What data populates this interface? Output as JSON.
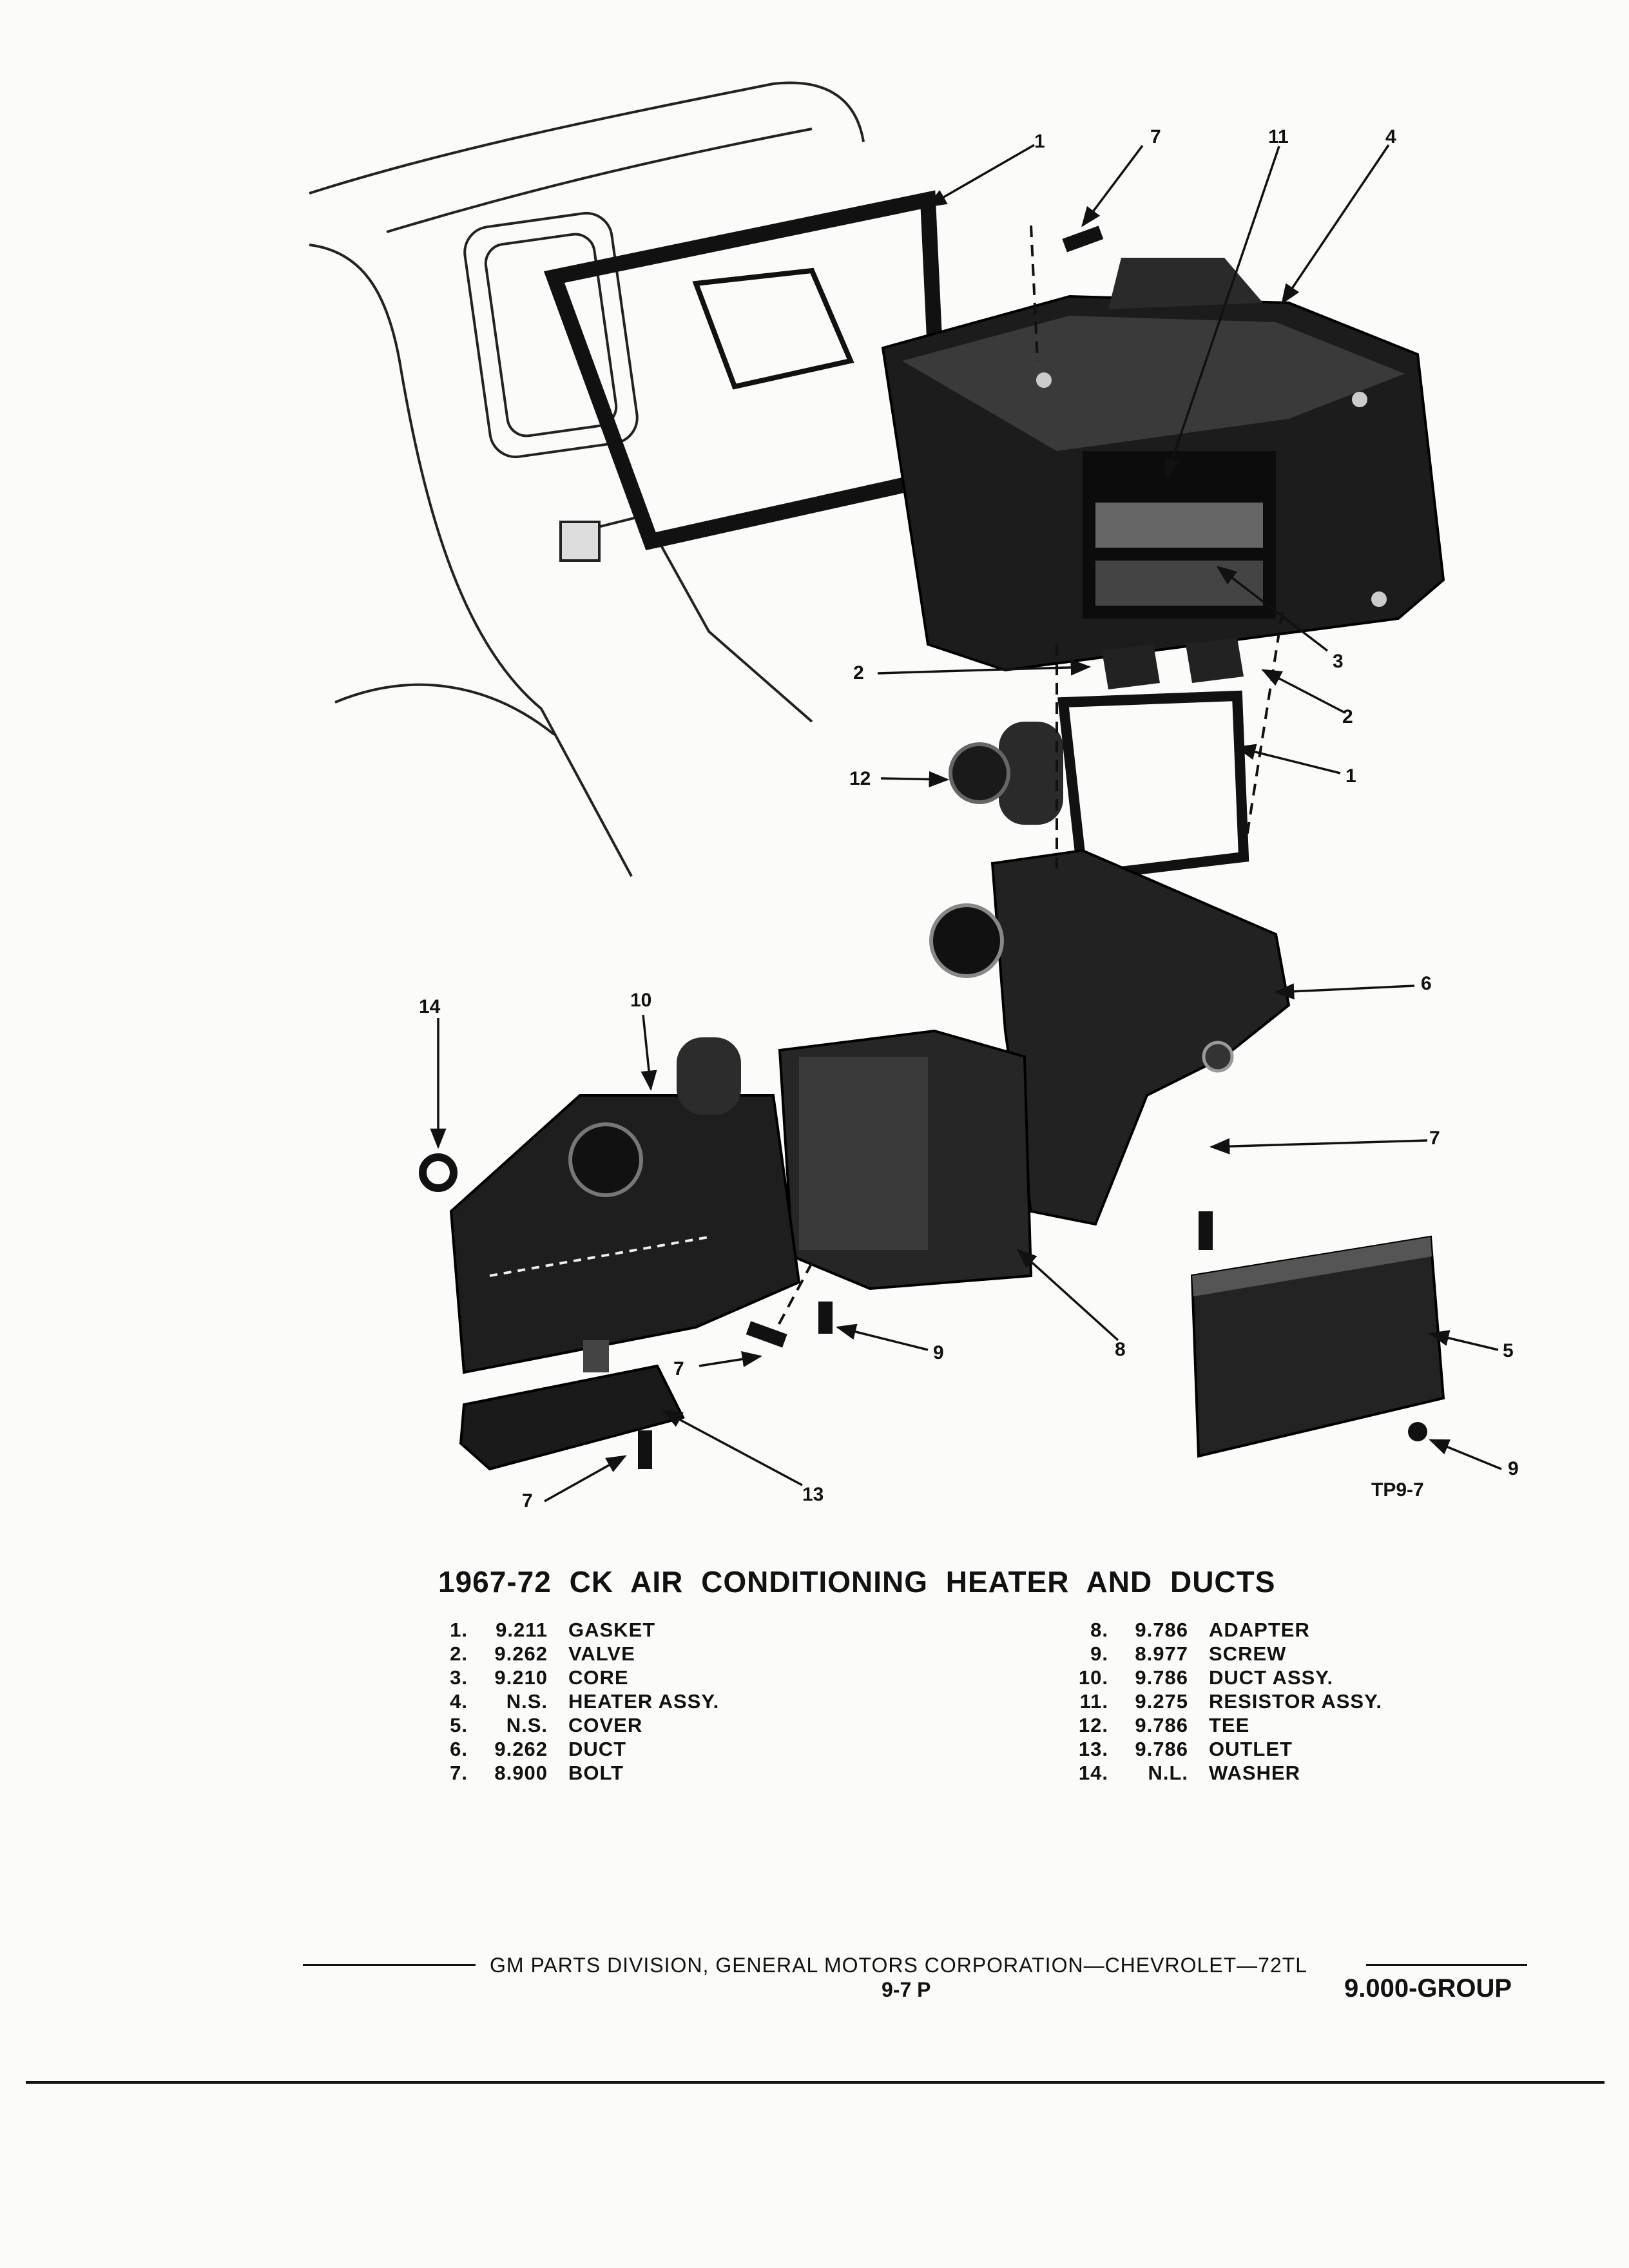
{
  "diagram": {
    "callouts": [
      {
        "id": "c1a",
        "text": "1"
      },
      {
        "id": "c7a",
        "text": "7"
      },
      {
        "id": "c11",
        "text": "11"
      },
      {
        "id": "c4",
        "text": "4"
      },
      {
        "id": "c2a",
        "text": "2"
      },
      {
        "id": "c3",
        "text": "3"
      },
      {
        "id": "c2b",
        "text": "2"
      },
      {
        "id": "c12",
        "text": "12"
      },
      {
        "id": "c1b",
        "text": "1"
      },
      {
        "id": "c6",
        "text": "6"
      },
      {
        "id": "c14",
        "text": "14"
      },
      {
        "id": "c10",
        "text": "10"
      },
      {
        "id": "c7b",
        "text": "7"
      },
      {
        "id": "c7c",
        "text": "7"
      },
      {
        "id": "c9a",
        "text": "9"
      },
      {
        "id": "c8",
        "text": "8"
      },
      {
        "id": "c5",
        "text": "5"
      },
      {
        "id": "c9b",
        "text": "9"
      },
      {
        "id": "c7d",
        "text": "7"
      },
      {
        "id": "c13",
        "text": "13"
      }
    ],
    "figure_code": "TP9-7"
  },
  "title": "1967-72 CK AIR CONDITIONING HEATER AND DUCTS",
  "legend": {
    "left": [
      {
        "num": "1.",
        "code": "9.211",
        "name": "GASKET"
      },
      {
        "num": "2.",
        "code": "9.262",
        "name": "VALVE"
      },
      {
        "num": "3.",
        "code": "9.210",
        "name": "CORE"
      },
      {
        "num": "4.",
        "code": "N.S.",
        "name": "HEATER ASSY."
      },
      {
        "num": "5.",
        "code": "N.S.",
        "name": "COVER"
      },
      {
        "num": "6.",
        "code": "9.262",
        "name": "DUCT"
      },
      {
        "num": "7.",
        "code": "8.900",
        "name": "BOLT"
      }
    ],
    "right": [
      {
        "num": "8.",
        "code": "9.786",
        "name": "ADAPTER"
      },
      {
        "num": "9.",
        "code": "8.977",
        "name": "SCREW"
      },
      {
        "num": "10.",
        "code": "9.786",
        "name": "DUCT ASSY."
      },
      {
        "num": "11.",
        "code": "9.275",
        "name": "RESISTOR ASSY."
      },
      {
        "num": "12.",
        "code": "9.786",
        "name": "TEE"
      },
      {
        "num": "13.",
        "code": "9.786",
        "name": "OUTLET"
      },
      {
        "num": "14.",
        "code": "N.L.",
        "name": "WASHER"
      }
    ]
  },
  "footer": {
    "text": "GM PARTS DIVISION, GENERAL MOTORS CORPORATION—CHEVROLET—72TL",
    "page": "9-7 P",
    "group": "9.000-GROUP"
  }
}
